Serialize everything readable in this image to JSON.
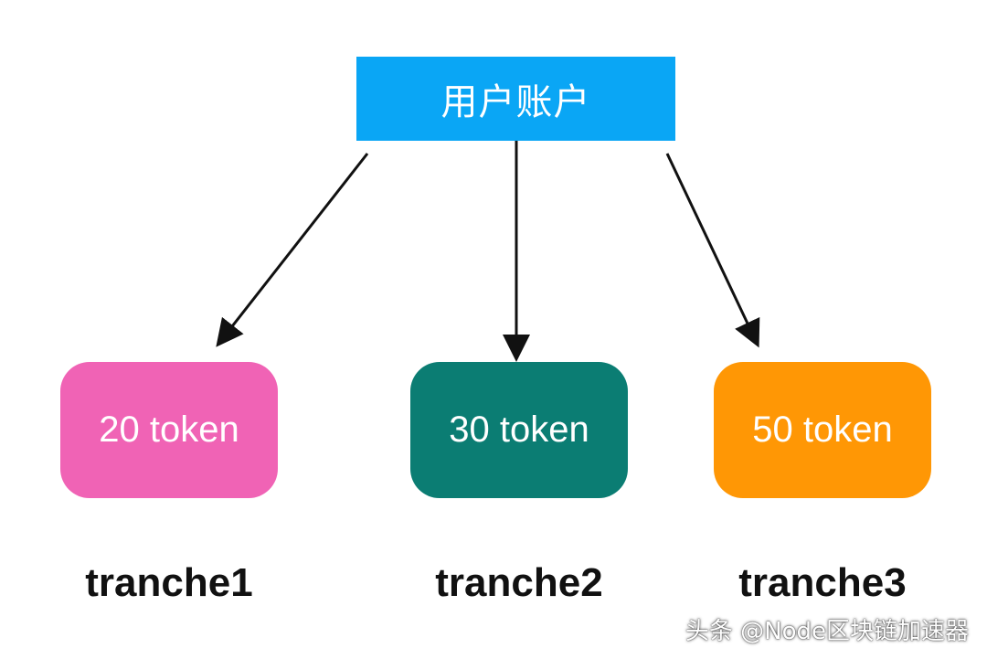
{
  "diagram": {
    "root": {
      "label": "用户账户",
      "color": "#0aa6f5"
    },
    "tranches": [
      {
        "amount": "20 token",
        "name": "tranche1",
        "color": "#f063b5"
      },
      {
        "amount": "30 token",
        "name": "tranche2",
        "color": "#0b7d73"
      },
      {
        "amount": "50 token",
        "name": "tranche3",
        "color": "#ff9705"
      }
    ]
  },
  "watermark": {
    "text": "头条 @Node区块链加速器"
  }
}
